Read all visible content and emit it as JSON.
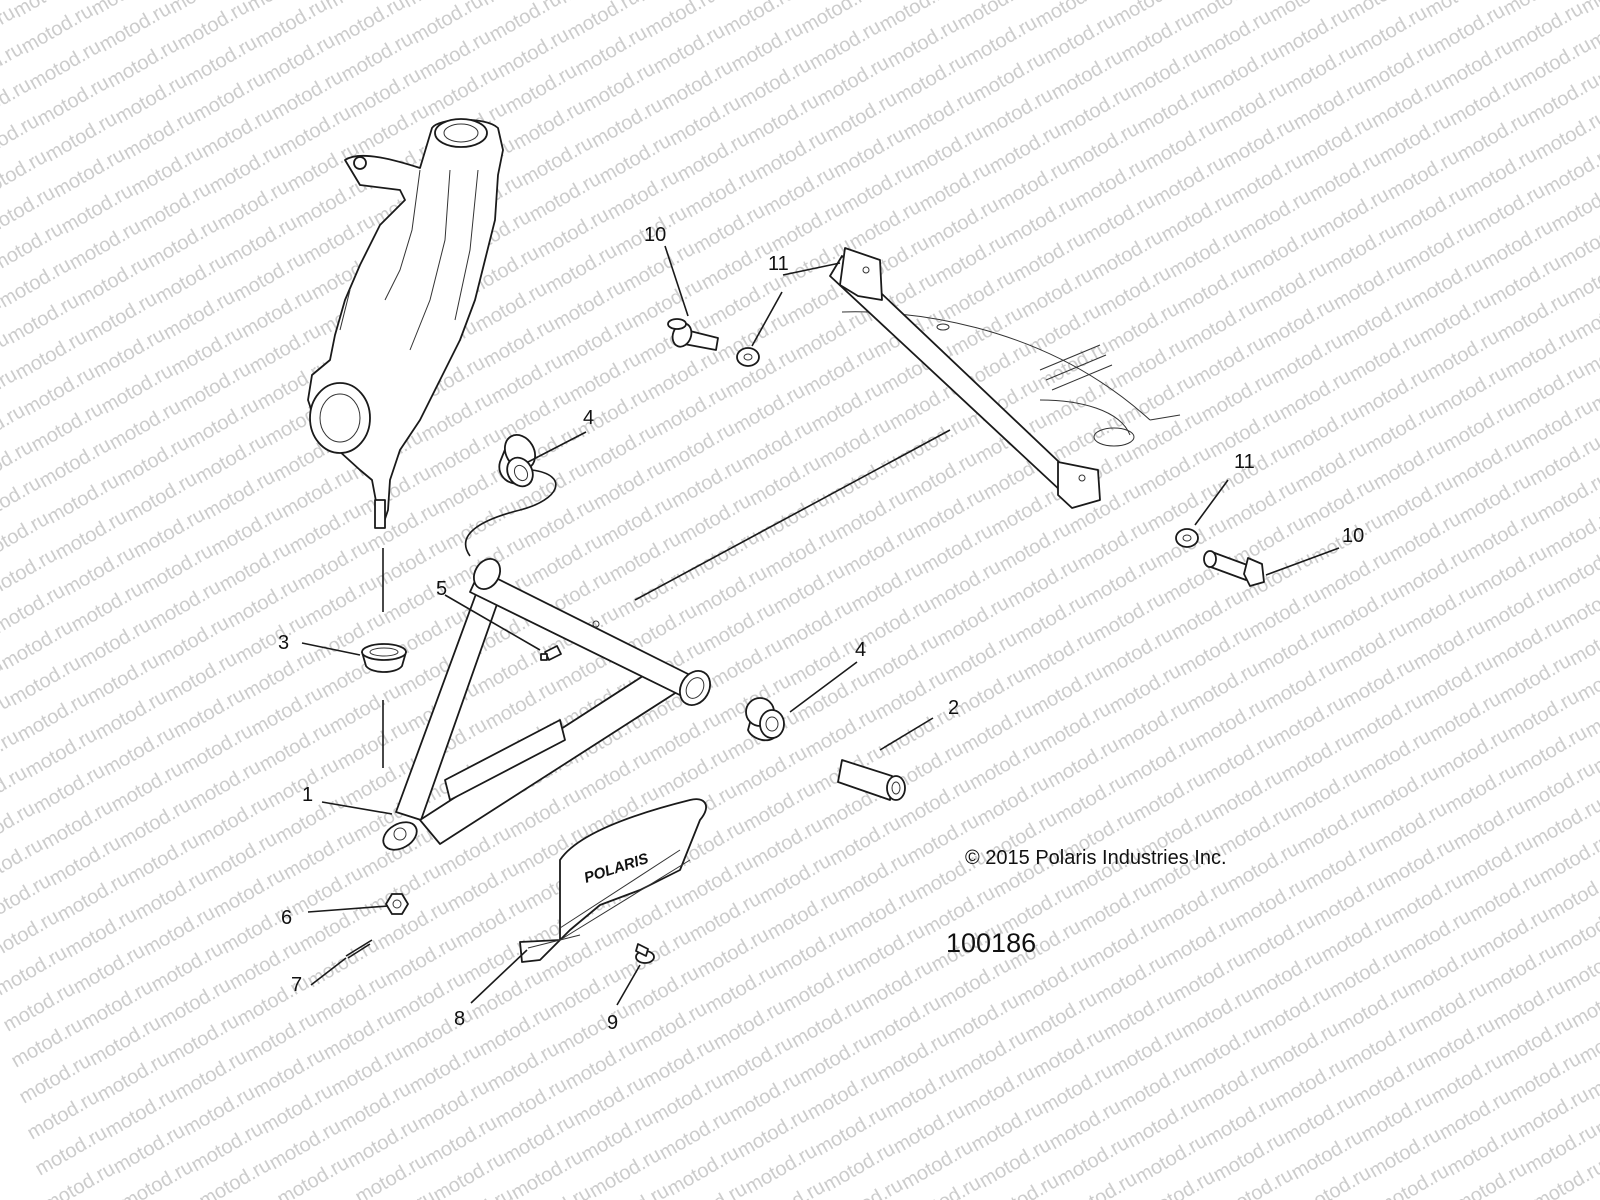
{
  "watermark": {
    "text": "motod.ru",
    "color": "#cccccc"
  },
  "copyright": "© 2015 Polaris Industries Inc.",
  "diagram_id": "100186",
  "guard_logo_text": "POLARIS",
  "callouts": [
    {
      "id": "c1",
      "label": "1"
    },
    {
      "id": "c2",
      "label": "2"
    },
    {
      "id": "c3",
      "label": "3"
    },
    {
      "id": "c4a",
      "label": "4"
    },
    {
      "id": "c4b",
      "label": "4"
    },
    {
      "id": "c5",
      "label": "5"
    },
    {
      "id": "c6",
      "label": "6"
    },
    {
      "id": "c7",
      "label": "7"
    },
    {
      "id": "c8",
      "label": "8"
    },
    {
      "id": "c9",
      "label": "9"
    },
    {
      "id": "c10a",
      "label": "10"
    },
    {
      "id": "c10b",
      "label": "10"
    },
    {
      "id": "c11a",
      "label": "11"
    },
    {
      "id": "c11b",
      "label": "11"
    }
  ]
}
